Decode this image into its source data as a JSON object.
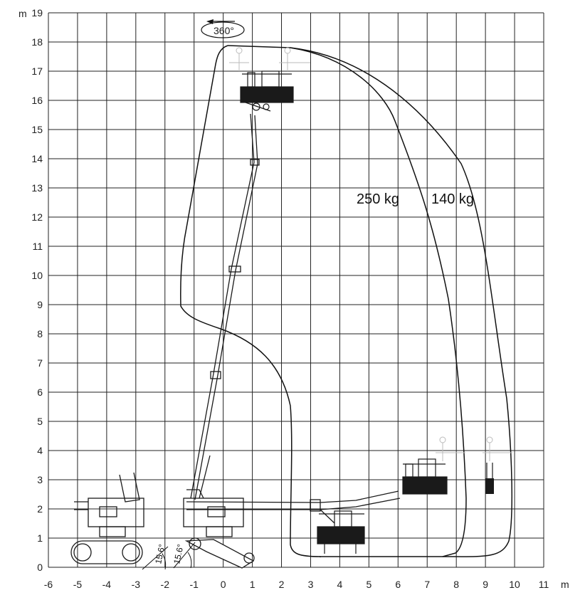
{
  "x_unit": "m",
  "y_unit": "m",
  "x_ticks": [
    "-6",
    "-5",
    "-4",
    "-3",
    "-2",
    "-1",
    "0",
    "1",
    "2",
    "3",
    "4",
    "5",
    "6",
    "7",
    "8",
    "9",
    "10",
    "11"
  ],
  "y_ticks": [
    "0",
    "1",
    "2",
    "3",
    "4",
    "5",
    "6",
    "7",
    "8",
    "9",
    "10",
    "11",
    "12",
    "13",
    "14",
    "15",
    "16",
    "17",
    "18",
    "19"
  ],
  "labels": {
    "rotation": "360°",
    "load_250": "250 kg",
    "load_140": "140 kg",
    "slope_left": "15.6°",
    "slope_right": "15.6°"
  },
  "colors": {
    "grid": "#222222",
    "envelope": "#111111",
    "machine": "#1a1a1a"
  },
  "icons": {
    "rotation": "rotation-arrow-icon"
  }
}
